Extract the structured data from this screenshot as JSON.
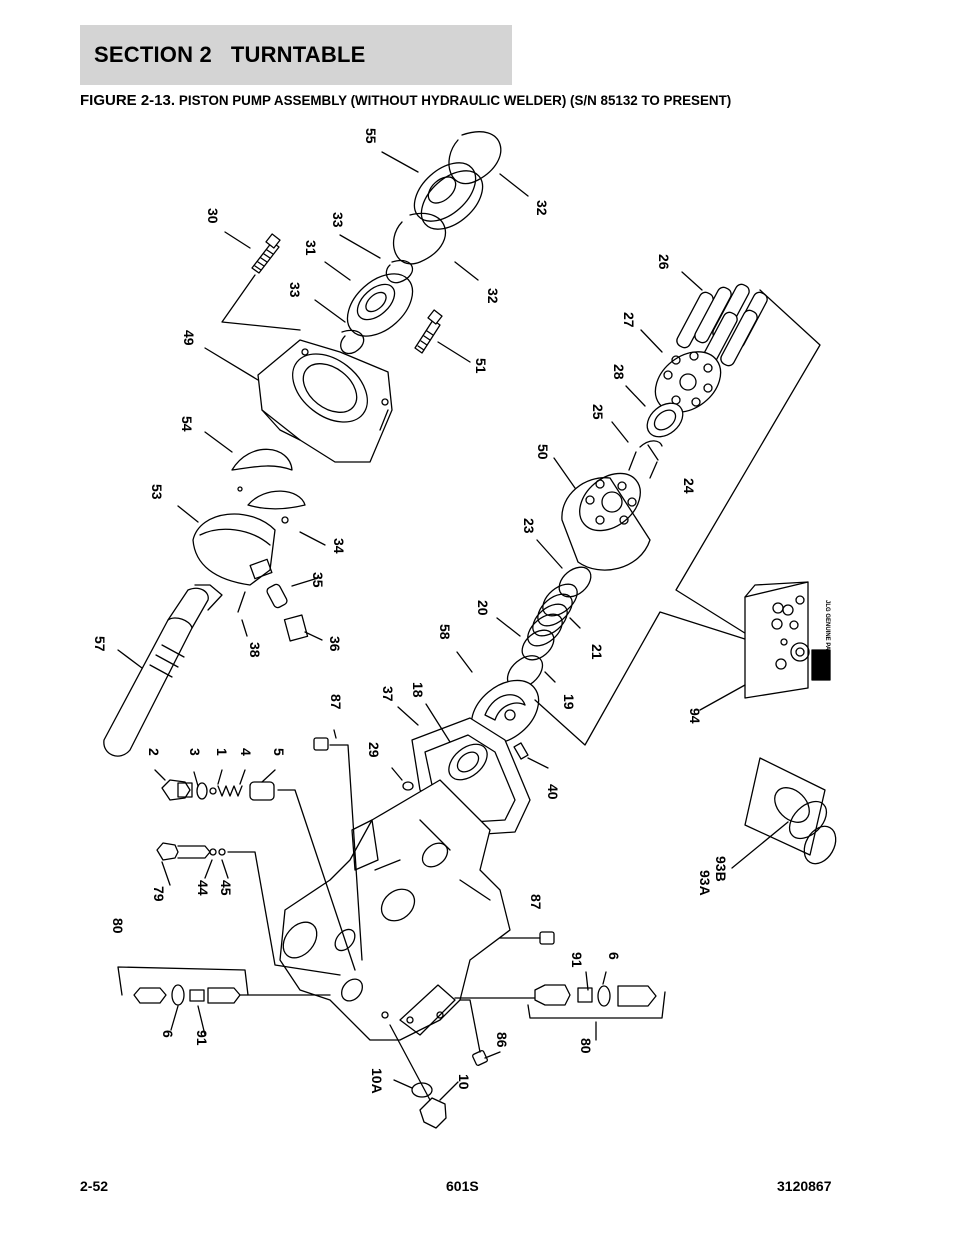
{
  "header": {
    "section": "SECTION 2   TURNTABLE",
    "figure_number": "FIGURE 2-13.",
    "figure_title": "PISTON PUMP ASSEMBLY (WITHOUT HYDRAULIC WELDER) (S/N 85132 TO PRESENT)"
  },
  "callouts": {
    "c55": "55",
    "c32a": "32",
    "c30": "30",
    "c33a": "33",
    "c31": "31",
    "c32b": "32",
    "c33b": "33",
    "c49": "49",
    "c51": "51",
    "c26": "26",
    "c27": "27",
    "c28": "28",
    "c25": "25",
    "c24": "24",
    "c54": "54",
    "c50": "50",
    "c53": "53",
    "c34": "34",
    "c23": "23",
    "c35": "35",
    "c57": "57",
    "c38": "38",
    "c36": "36",
    "c20": "20",
    "c21": "21",
    "c58": "58",
    "c19": "19",
    "c87a": "87",
    "c37": "37",
    "c18": "18",
    "c94": "94",
    "c2": "2",
    "c3": "3",
    "c1": "1",
    "c4": "4",
    "c5": "5",
    "c29": "29",
    "c40": "40",
    "c79": "79",
    "c44": "44",
    "c45": "45",
    "c93a": "93A",
    "c93b": "93B",
    "c87b": "87",
    "c80a": "80",
    "c91a": "91",
    "c6a": "6",
    "c6b": "6",
    "c91b": "91",
    "c86": "86",
    "c80b": "80",
    "c10a": "10A",
    "c10": "10"
  },
  "kit_box_text": "JLG GENUINE PARTS",
  "footer": {
    "page": "2-52",
    "model": "601S",
    "doc_number": "3120867"
  }
}
